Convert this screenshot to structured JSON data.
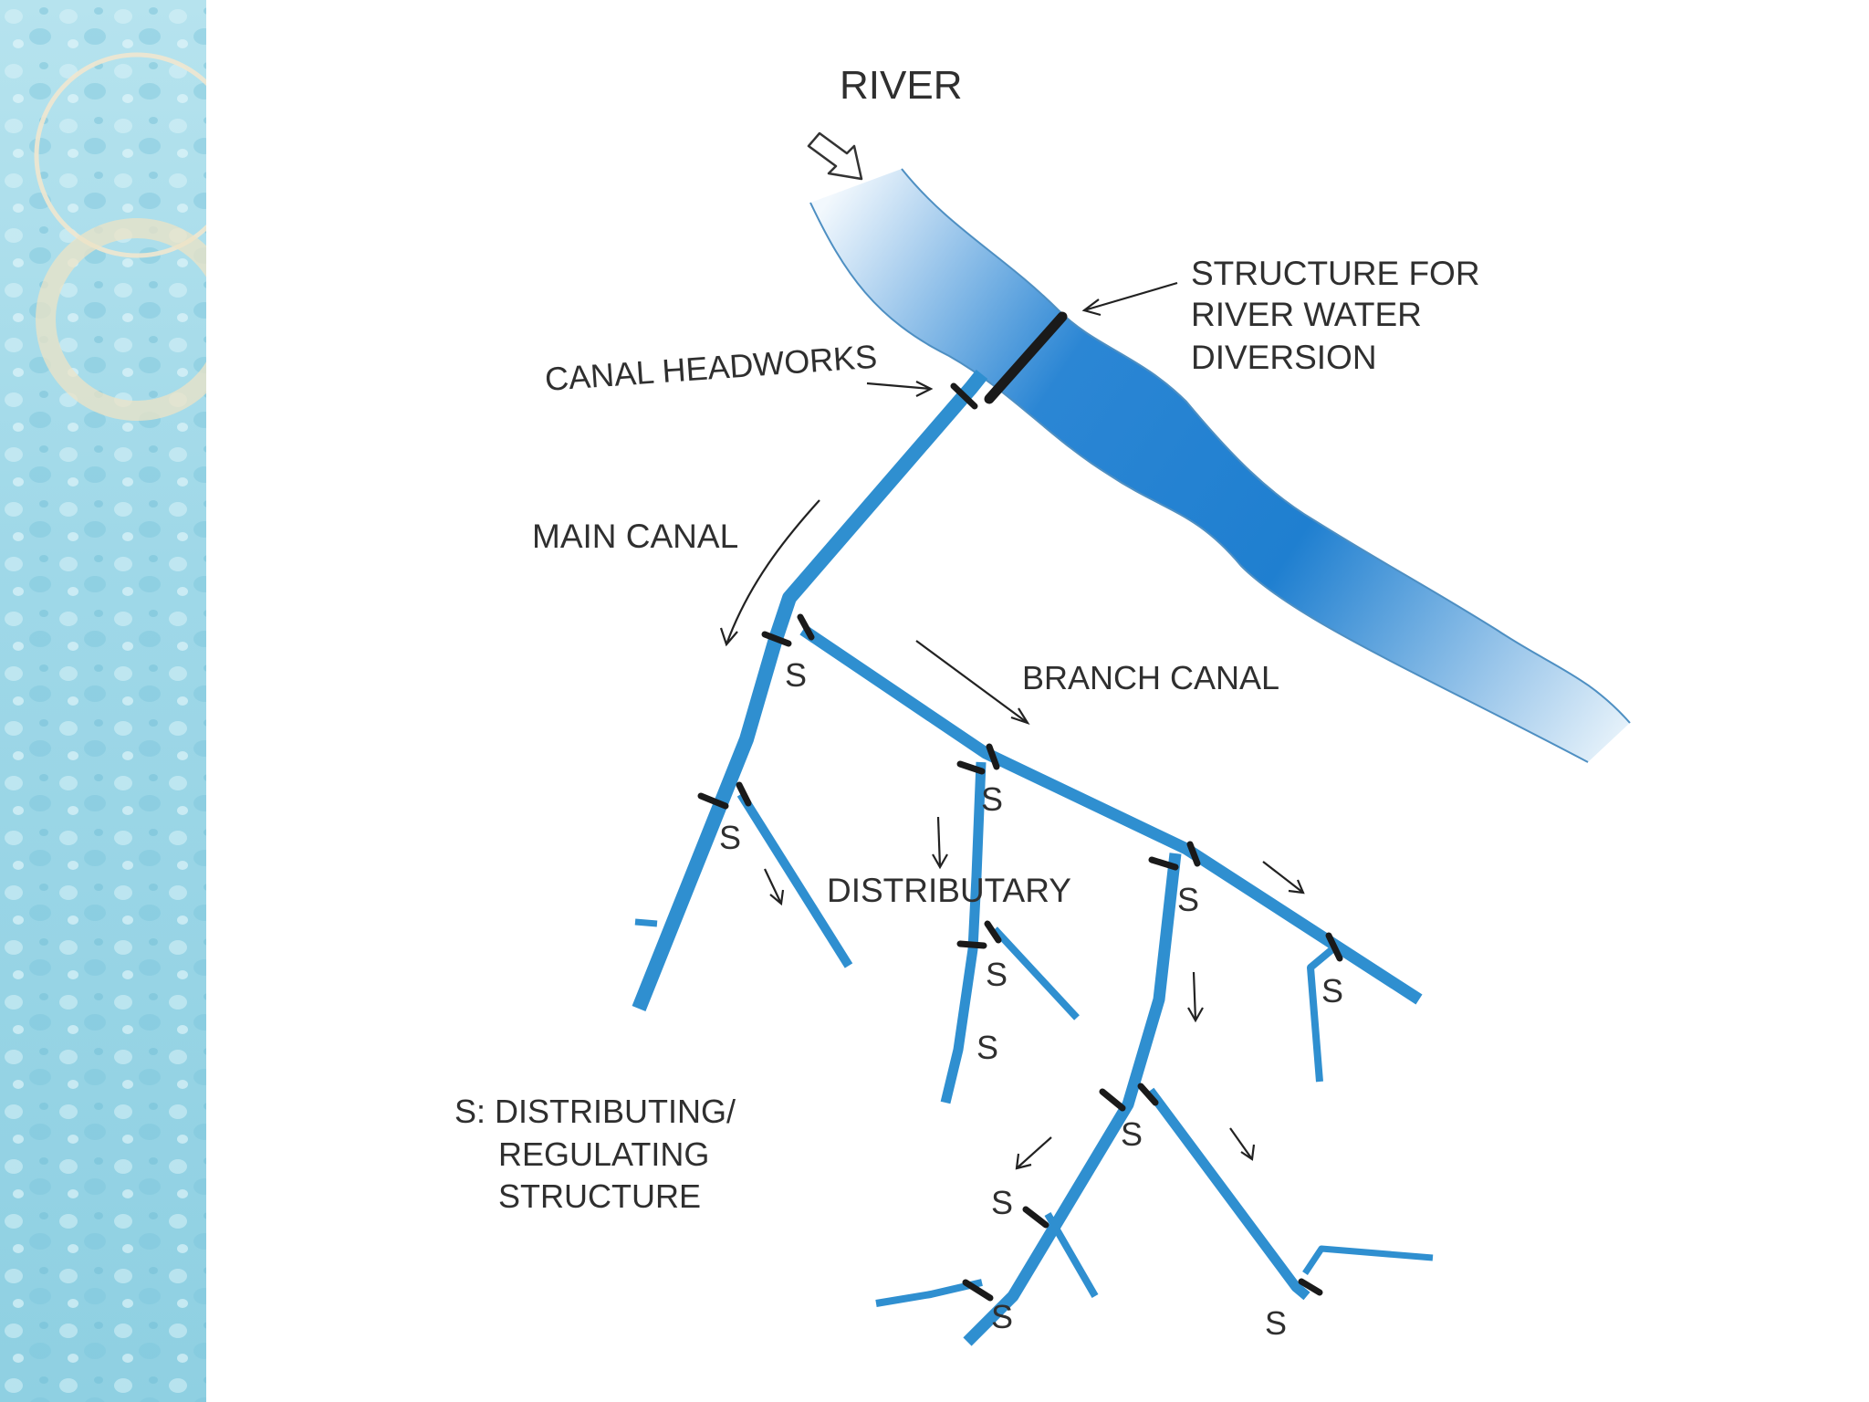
{
  "labels": {
    "river": "RIVER",
    "structure_line1": "STRUCTURE FOR",
    "structure_line2": "RIVER WATER",
    "structure_line3": "DIVERSION",
    "canal_headworks": "CANAL HEADWORKS",
    "main_canal": "MAIN CANAL",
    "branch_canal": "BRANCH CANAL",
    "distributary": "DISTRIBUTARY",
    "legend_line1": "S: DISTRIBUTING/",
    "legend_line2": "REGULATING",
    "legend_line3": "STRUCTURE",
    "s": "S"
  },
  "colors": {
    "canal": "#2f8fd0",
    "canal_edge": "#1f6fa8",
    "river_dark": "#1f7fd0",
    "river_light": "#e6f2fb",
    "structure_mark": "#1a1a1a",
    "sidebar": "#9fd8e8"
  }
}
